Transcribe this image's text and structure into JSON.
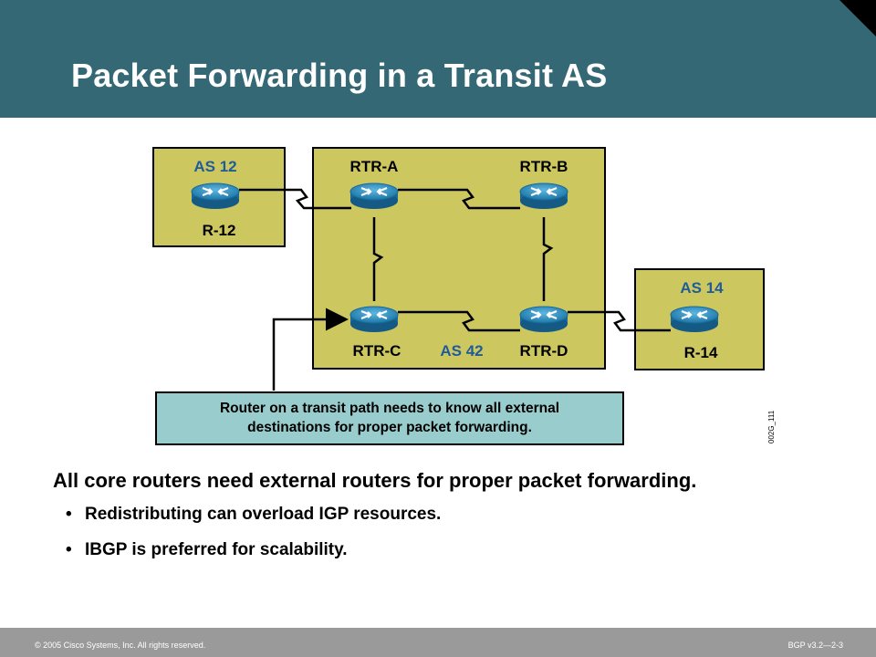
{
  "slide": {
    "title": "Packet Forwarding in a Transit AS",
    "footer_left": "© 2005 Cisco Systems, Inc. All rights reserved.",
    "footer_right": "BGP v3.2—2-3"
  },
  "colors": {
    "header": "#336874",
    "as_box": "#cdc760",
    "label_blue": "#1f5c99",
    "router": "#2f8fbf",
    "callout": "#99cccc"
  },
  "diagram": {
    "as12": {
      "label": "AS 12",
      "router": "R-12"
    },
    "as42": {
      "label": "AS 42",
      "rtr_a": "RTR-A",
      "rtr_b": "RTR-B",
      "rtr_c": "RTR-C",
      "rtr_d": "RTR-D"
    },
    "as14": {
      "label": "AS 14",
      "router": "R-14"
    },
    "callout": {
      "line1": "Router on a transit path needs to know all external",
      "line2": "destinations for proper packet forwarding."
    },
    "figure_id": "002G_111"
  },
  "bullets": {
    "main": "All core routers need external routers for proper packet forwarding.",
    "items": [
      "Redistributing can overload IGP resources.",
      "IBGP is preferred for scalability."
    ]
  }
}
